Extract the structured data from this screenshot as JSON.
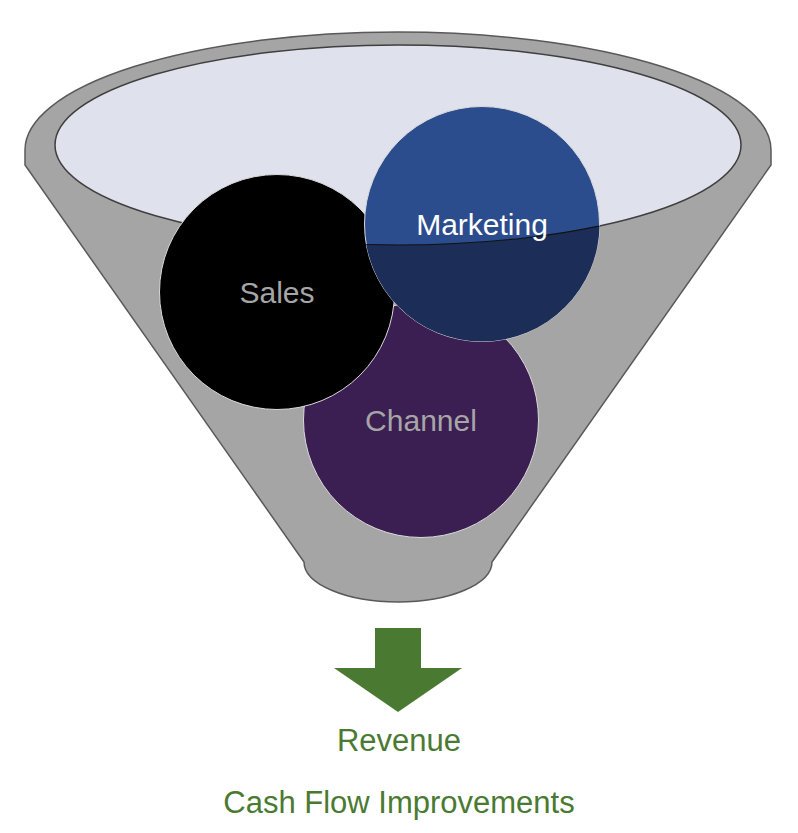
{
  "diagram": {
    "nodes": [
      {
        "text": [
          "Sales"
        ]
      },
      {
        "text": [
          "Marketing"
        ]
      },
      {
        "text": [
          "Channel"
        ]
      }
    ],
    "labels": [
      "Revenue",
      "Cash Flow Improvements"
    ]
  }
}
